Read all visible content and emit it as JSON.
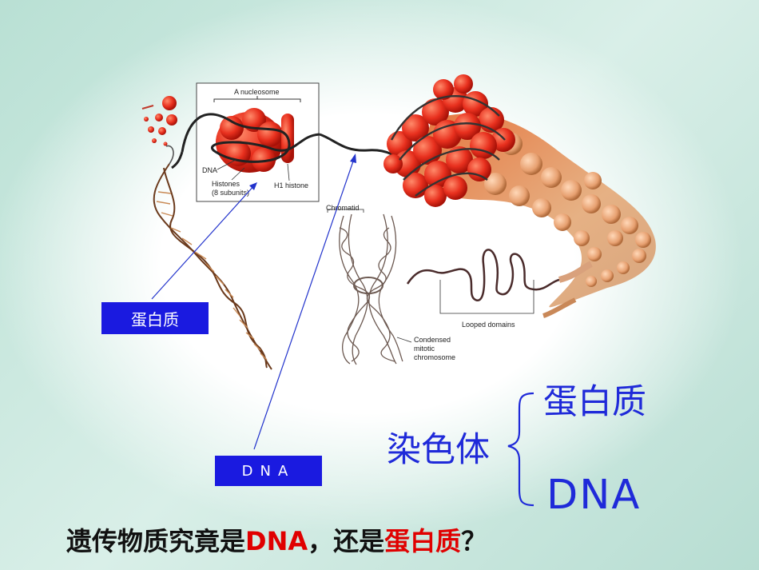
{
  "figure": {
    "nucleosome_label": "A nucleosome",
    "dna_label": "DNA",
    "histones_label_1": "Histones",
    "histones_label_2": "(8 subunits)",
    "h1_label": "H1 histone",
    "chromatid_label": "Chromatid",
    "looped_label": "Looped domains",
    "condensed_label_1": "Condensed",
    "condensed_label_2": "mitotic",
    "condensed_label_3": "chromosome"
  },
  "callouts": {
    "protein": "蛋白质",
    "dna": "DNA"
  },
  "classification": {
    "whole": "染色体",
    "part1": "蛋白质",
    "part2": "DNA"
  },
  "question": {
    "part1": "遗传物质究竟是",
    "highlight1": "DNA",
    "part2": "，还是",
    "highlight2": "蛋白质",
    "part3": "？"
  },
  "colors": {
    "callout_box": "#1a1ae0",
    "blue_text": "#1f2ad9",
    "highlight": "#e00000",
    "histone_red": "#e8301e"
  }
}
